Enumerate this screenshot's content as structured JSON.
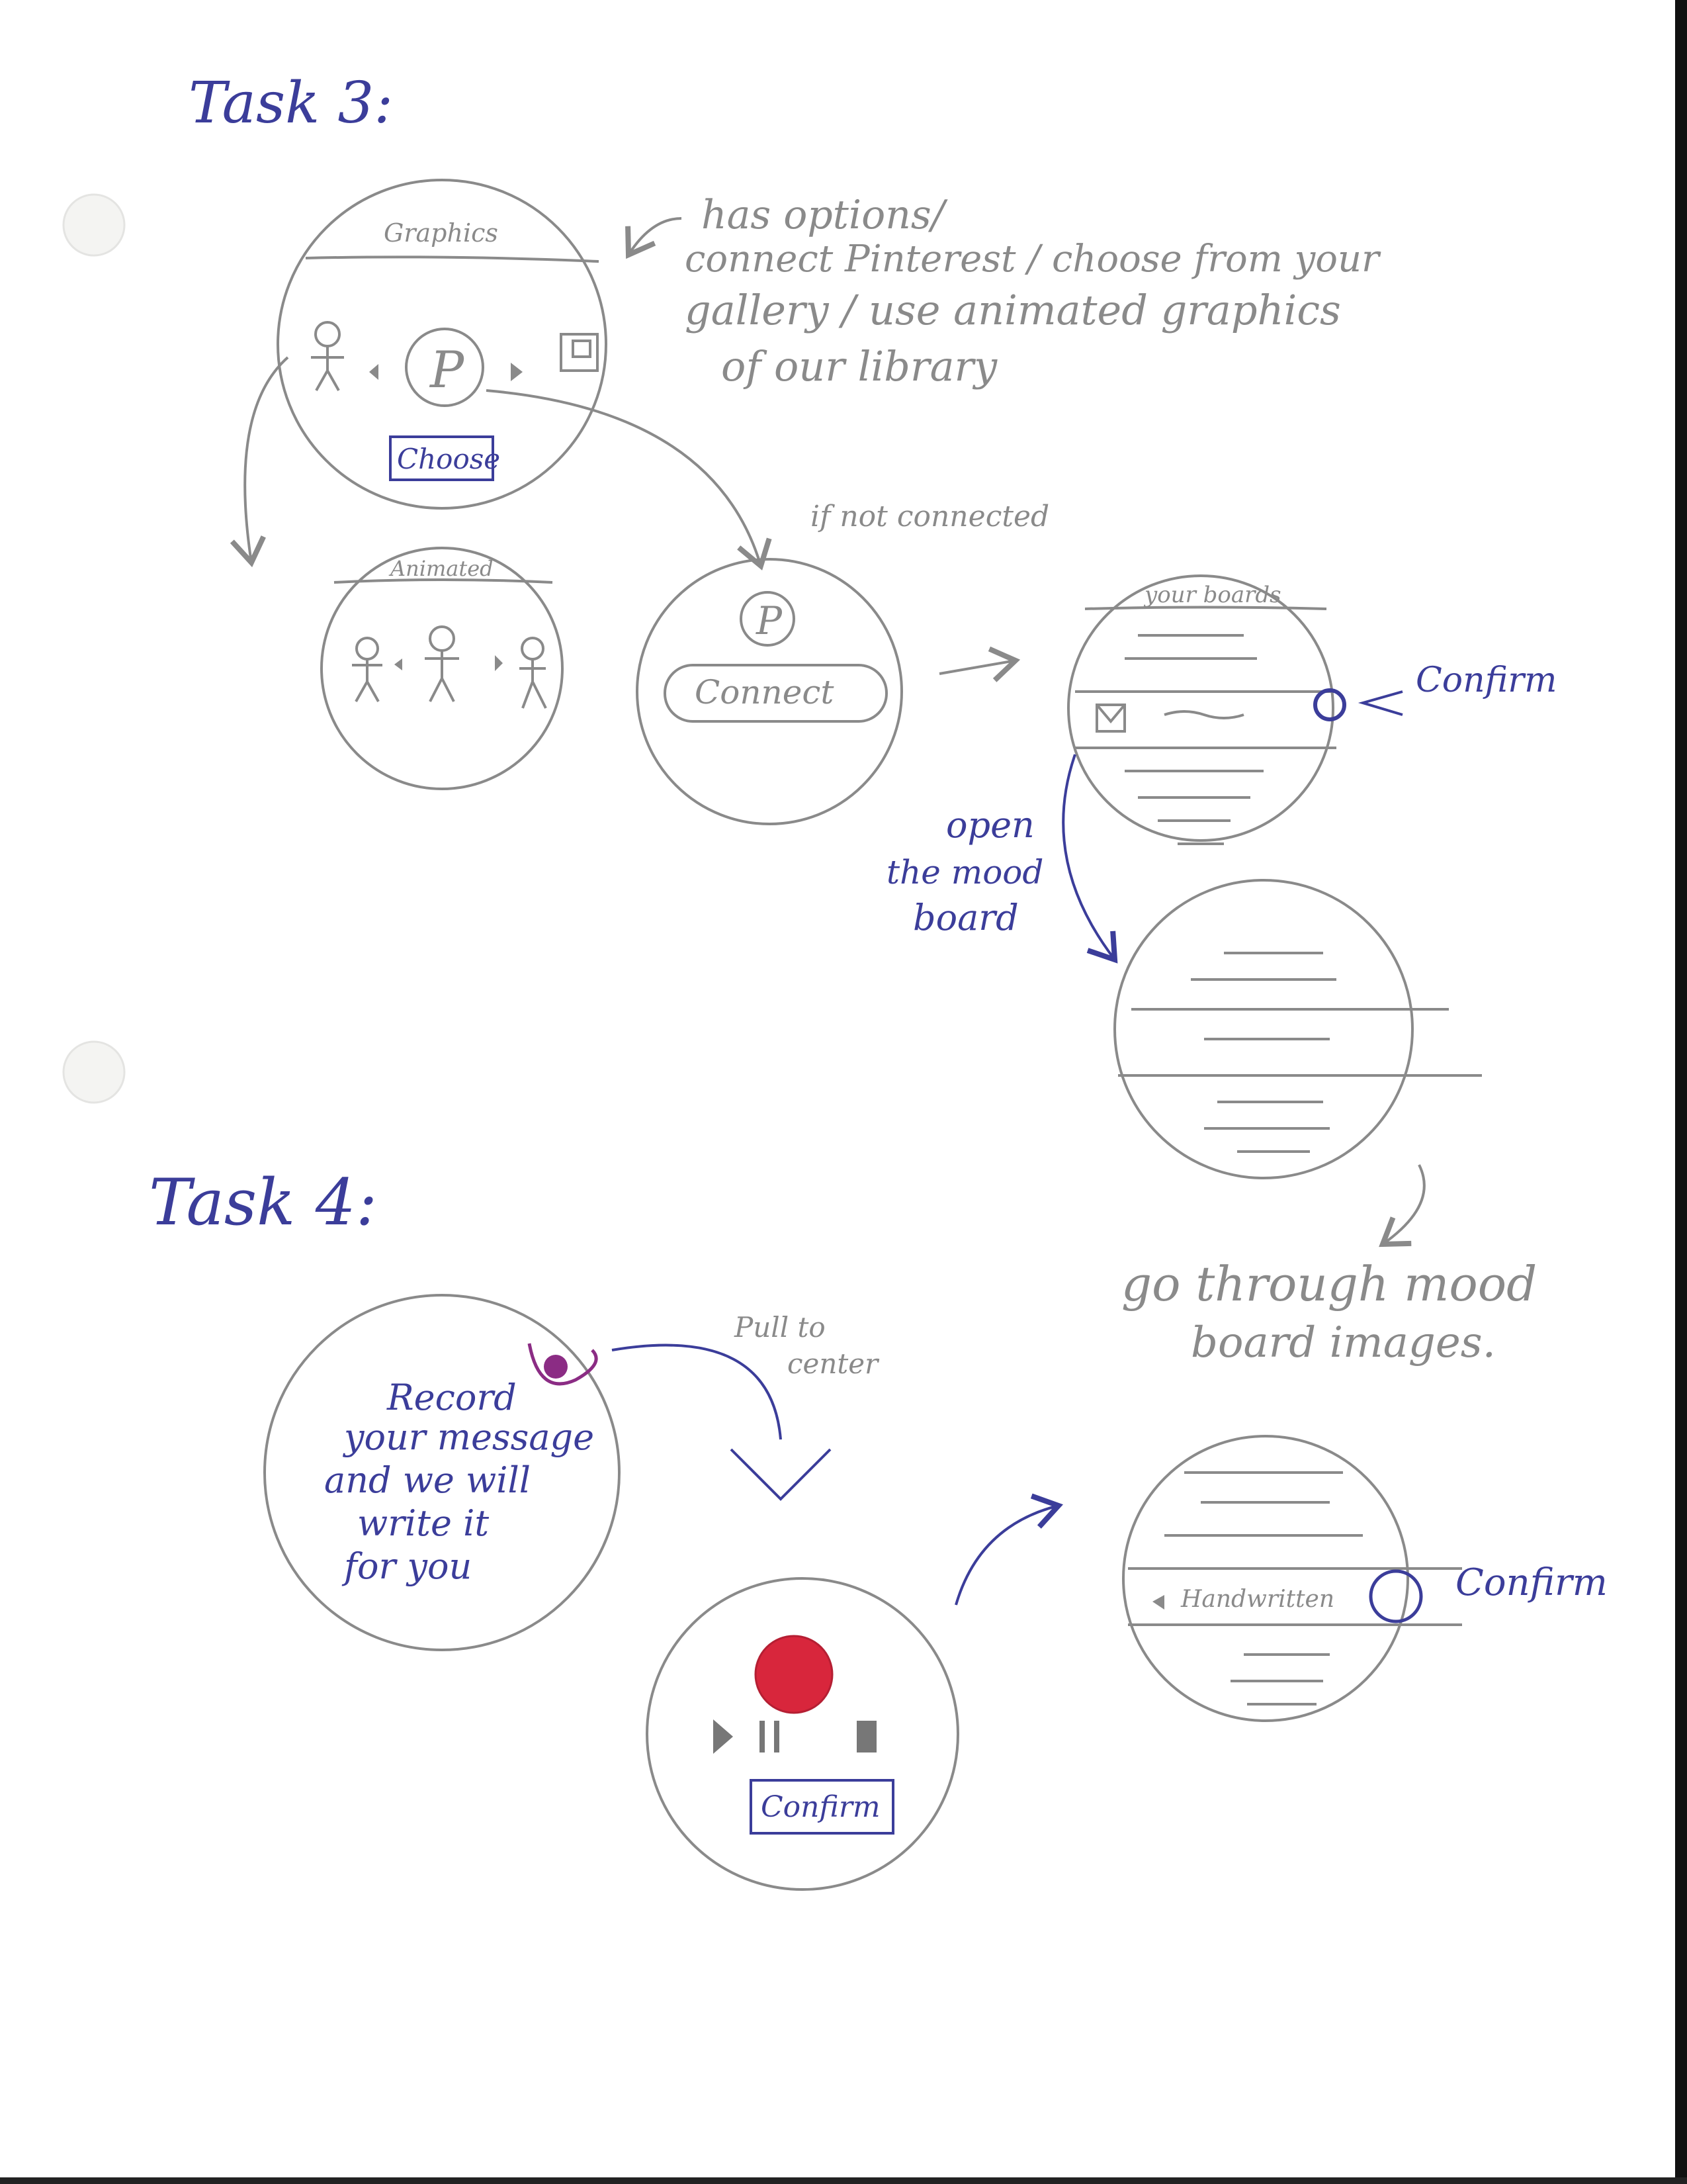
{
  "task3": {
    "title": "Task 3:",
    "note_options": "has options/",
    "note_line2": "connect Pinterest / choose from your",
    "note_line3": "gallery / use animated graphics",
    "note_line4": "of our library",
    "graphics_header": "Graphics",
    "choose_label": "Choose",
    "animated_header": "Animated",
    "if_not_connected": "if not connected",
    "pinterest_letter": "P",
    "connect_label": "Connect",
    "your_boards": "your boards",
    "confirm_label": "Confirm",
    "open_line1": "open",
    "open_line2": "the mood",
    "open_line3": "board",
    "go_through_line1": "go through mood",
    "go_through_line2": "board images."
  },
  "task4": {
    "title": "Task 4:",
    "record_line1": "Record",
    "record_line2": "your message",
    "record_line3": "and we will",
    "record_line4": "write it",
    "record_line5": "for you",
    "pull_line1": "Pull to",
    "pull_line2": "center",
    "confirm_button": "Confirm",
    "handwritten_label": "Handwritten",
    "confirm_label": "Confirm"
  },
  "colors": {
    "blue_ink": "#3b3d9a",
    "pencil": "#8a8a8a",
    "purple_dot": "#8b2c84",
    "red_record": "#d8263c"
  }
}
